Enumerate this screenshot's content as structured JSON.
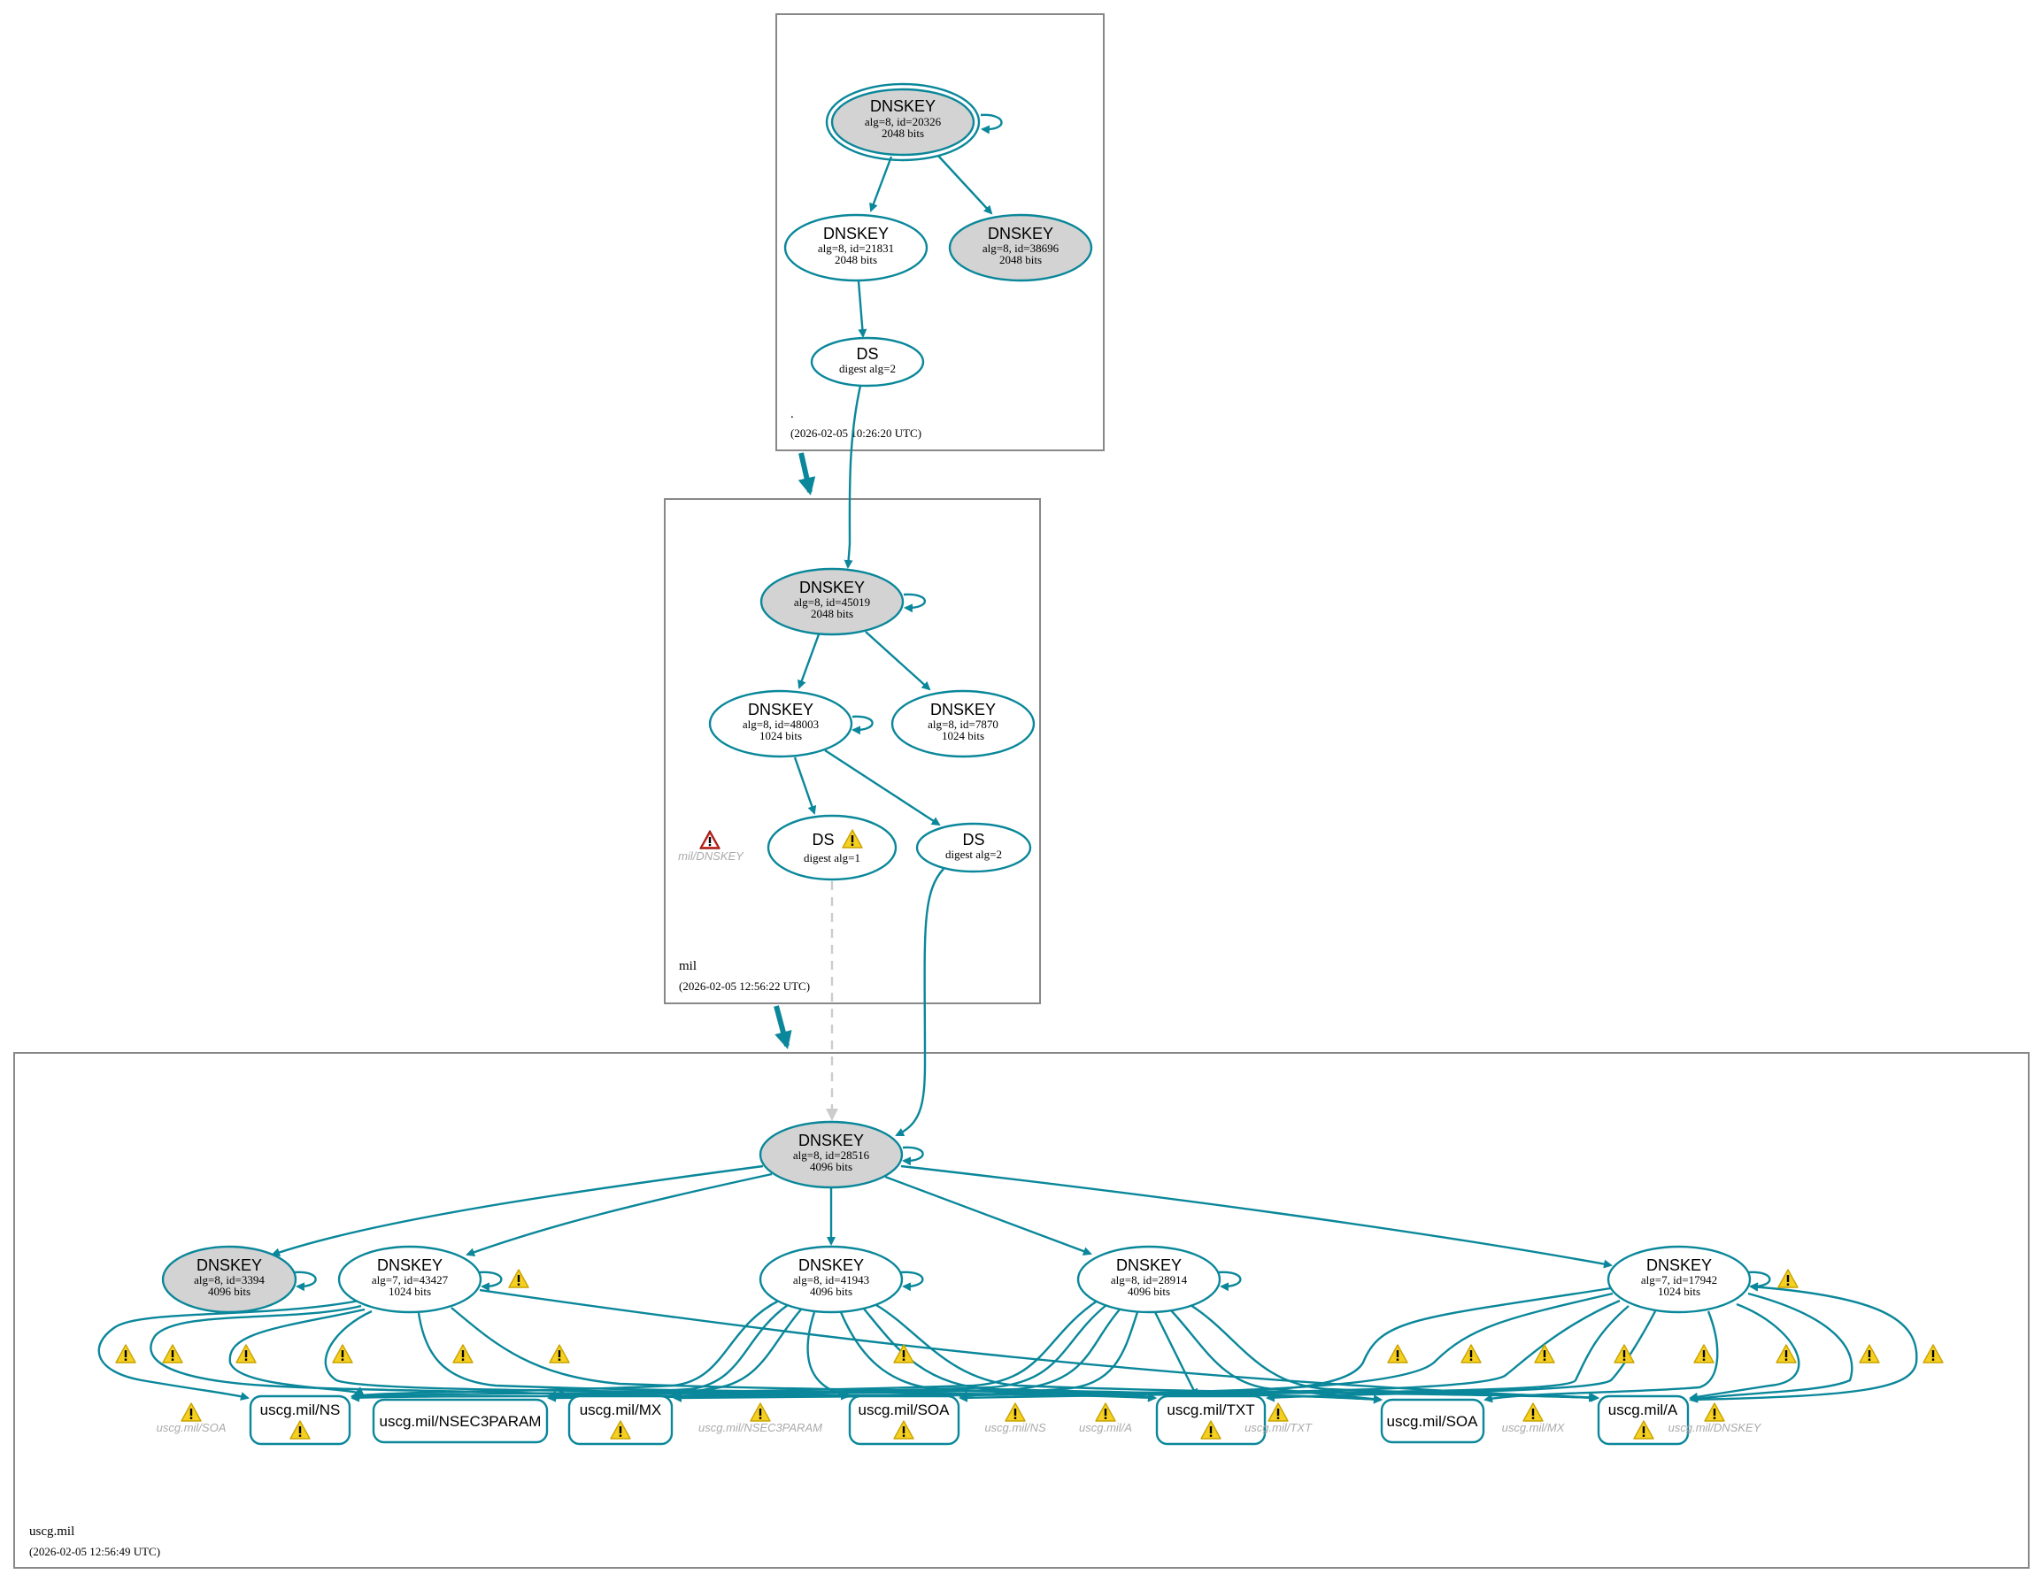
{
  "colors": {
    "edge": "#0a879a",
    "ksk_fill": "#d3d3d3",
    "zone_border": "#888888",
    "warning": "#f5d020",
    "error": "#d8322a",
    "ghost_text": "#aaaaaa"
  },
  "zones": {
    "root": {
      "name": ".",
      "timestamp": "(2026-02-05 10:26:20 UTC)"
    },
    "mil": {
      "name": "mil",
      "timestamp": "(2026-02-05 12:56:22 UTC)"
    },
    "uscg": {
      "name": "uscg.mil",
      "timestamp": "(2026-02-05 12:56:49 UTC)"
    }
  },
  "nodes": {
    "root_ksk": {
      "type": "DNSKEY",
      "line1": "alg=8, id=20326",
      "line2": "2048 bits",
      "sep": true,
      "trust_anchor": true
    },
    "root_zsk1": {
      "type": "DNSKEY",
      "line1": "alg=8, id=21831",
      "line2": "2048 bits",
      "sep": false
    },
    "root_zsk2": {
      "type": "DNSKEY",
      "line1": "alg=8, id=38696",
      "line2": "2048 bits",
      "sep": true
    },
    "root_ds": {
      "type": "DS",
      "line1": "digest alg=2"
    },
    "mil_ksk": {
      "type": "DNSKEY",
      "line1": "alg=8, id=45019",
      "line2": "2048 bits",
      "sep": true
    },
    "mil_zsk1": {
      "type": "DNSKEY",
      "line1": "alg=8, id=48003",
      "line2": "1024 bits",
      "sep": false
    },
    "mil_zsk2": {
      "type": "DNSKEY",
      "line1": "alg=8, id=7870",
      "line2": "1024 bits",
      "sep": false
    },
    "mil_ds1": {
      "type": "DS",
      "line1": "digest alg=1",
      "warning": true
    },
    "mil_ds2": {
      "type": "DS",
      "line1": "digest alg=2"
    },
    "uscg_ksk": {
      "type": "DNSKEY",
      "line1": "alg=8, id=28516",
      "line2": "4096 bits",
      "sep": true
    },
    "uscg_k3394": {
      "type": "DNSKEY",
      "line1": "alg=8, id=3394",
      "line2": "4096 bits",
      "sep": true
    },
    "uscg_k43427": {
      "type": "DNSKEY",
      "line1": "alg=7, id=43427",
      "line2": "1024 bits",
      "sep": false,
      "warning": true
    },
    "uscg_k41943": {
      "type": "DNSKEY",
      "line1": "alg=8, id=41943",
      "line2": "4096 bits",
      "sep": false
    },
    "uscg_k28914": {
      "type": "DNSKEY",
      "line1": "alg=8, id=28914",
      "line2": "4096 bits",
      "sep": false
    },
    "uscg_k17942": {
      "type": "DNSKEY",
      "line1": "alg=7, id=17942",
      "line2": "1024 bits",
      "sep": false,
      "warning": true
    }
  },
  "rrsets": [
    {
      "label": "uscg.mil/NS",
      "warning": true
    },
    {
      "label": "uscg.mil/NSEC3PARAM",
      "warning": false
    },
    {
      "label": "uscg.mil/MX",
      "warning": true
    },
    {
      "label": "uscg.mil/SOA",
      "warning": true
    },
    {
      "label": "uscg.mil/TXT",
      "warning": true
    },
    {
      "label": "uscg.mil/SOA",
      "warning": false
    },
    {
      "label": "uscg.mil/A",
      "warning": true
    }
  ],
  "ghost_labels": {
    "mil_dnskey": "mil/DNSKEY",
    "soa": "uscg.mil/SOA",
    "nsec3param": "uscg.mil/NSEC3PARAM",
    "ns": "uscg.mil/NS",
    "a": "uscg.mil/A",
    "txt": "uscg.mil/TXT",
    "mx": "uscg.mil/MX",
    "dnskey": "uscg.mil/DNSKEY"
  },
  "icons": {
    "warning": "warning-triangle-icon",
    "error": "error-triangle-icon",
    "mark": "!"
  }
}
